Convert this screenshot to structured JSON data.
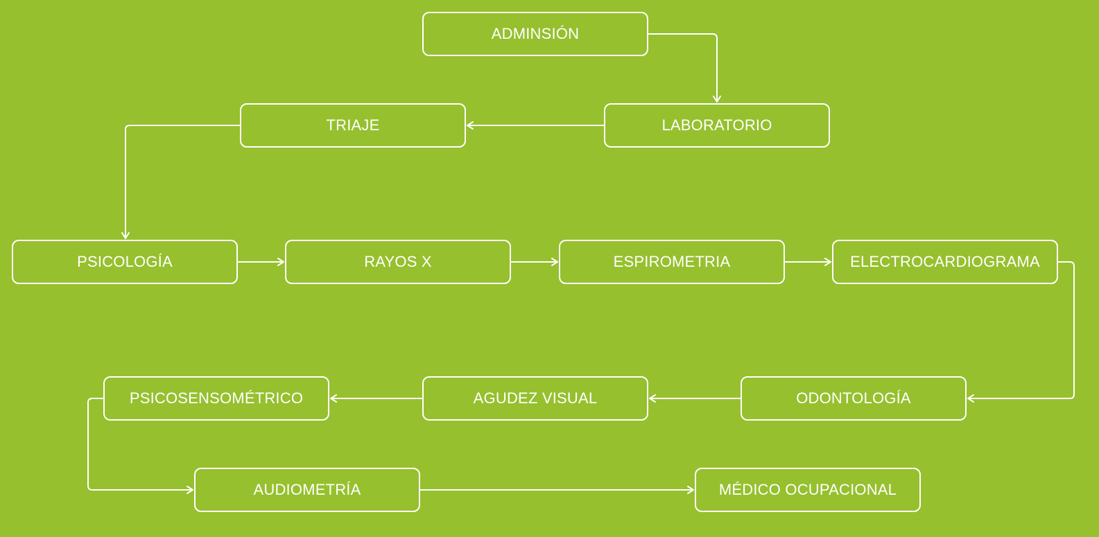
{
  "diagram": {
    "background_color": "#96c02e",
    "line_color": "#ffffff",
    "nodes": {
      "admision": "ADMINSIÓN",
      "laboratorio": "LABORATORIO",
      "triaje": "TRIAJE",
      "psicologia": "PSICOLOGÍA",
      "rayos_x": "RAYOS X",
      "espirometria": "ESPIROMETRIA",
      "electrocardiograma": "ELECTROCARDIOGRAMA",
      "odontologia": "ODONTOLOGÍA",
      "agudez_visual": "AGUDEZ VISUAL",
      "psicosensometrico": "PSICOSENSOMÉTRICO",
      "audiometria": "AUDIOMETRÍA",
      "medico_ocupacional": "MÉDICO OCUPACIONAL"
    },
    "edges": [
      {
        "from": "admision",
        "to": "laboratorio"
      },
      {
        "from": "laboratorio",
        "to": "triaje"
      },
      {
        "from": "triaje",
        "to": "psicologia"
      },
      {
        "from": "psicologia",
        "to": "rayos_x"
      },
      {
        "from": "rayos_x",
        "to": "espirometria"
      },
      {
        "from": "espirometria",
        "to": "electrocardiograma"
      },
      {
        "from": "electrocardiograma",
        "to": "odontologia"
      },
      {
        "from": "odontologia",
        "to": "agudez_visual"
      },
      {
        "from": "agudez_visual",
        "to": "psicosensometrico"
      },
      {
        "from": "psicosensometrico",
        "to": "audiometria"
      },
      {
        "from": "audiometria",
        "to": "medico_ocupacional"
      }
    ]
  }
}
